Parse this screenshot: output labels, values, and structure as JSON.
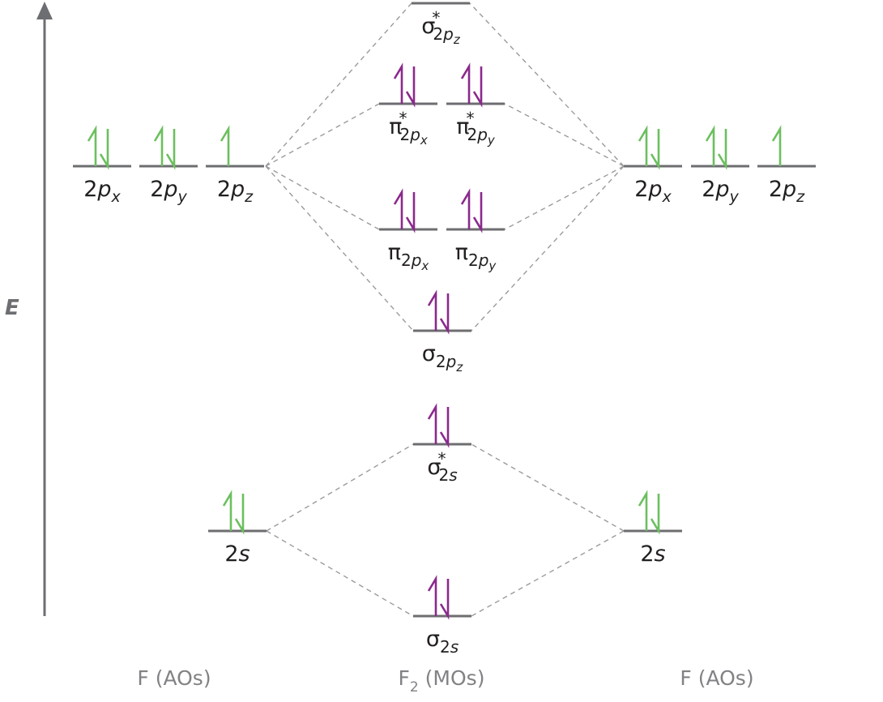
{
  "axis_label": "E",
  "colors": {
    "ao_electrons": "#6cbf5f",
    "mo_electrons": "#8a2a8c",
    "levels": "#6d6e71",
    "axis": "#6d6e71"
  },
  "columns": {
    "left": "F (AOs)",
    "middle_main": "F",
    "middle_sub": "2",
    "middle_rest": " (MOs)",
    "right": "F (AOs)"
  },
  "levels": [
    {
      "id": "left-2px",
      "main": "2",
      "it": "p",
      "sub": "x",
      "sup": "",
      "electrons": 2,
      "kind": "ao"
    },
    {
      "id": "left-2py",
      "main": "2",
      "it": "p",
      "sub": "y",
      "sup": "",
      "electrons": 2,
      "kind": "ao"
    },
    {
      "id": "left-2pz",
      "main": "2",
      "it": "p",
      "sub": "z",
      "sup": "",
      "electrons": 1,
      "kind": "ao"
    },
    {
      "id": "right-2px",
      "main": "2",
      "it": "p",
      "sub": "x",
      "sup": "",
      "electrons": 2,
      "kind": "ao"
    },
    {
      "id": "right-2py",
      "main": "2",
      "it": "p",
      "sub": "y",
      "sup": "",
      "electrons": 2,
      "kind": "ao"
    },
    {
      "id": "right-2pz",
      "main": "2",
      "it": "p",
      "sub": "z",
      "sup": "",
      "electrons": 1,
      "kind": "ao"
    },
    {
      "id": "left-2s",
      "main": "2",
      "it": "s",
      "sub": "",
      "sup": "",
      "electrons": 2,
      "kind": "ao"
    },
    {
      "id": "right-2s",
      "main": "2",
      "it": "s",
      "sub": "",
      "sup": "",
      "electrons": 2,
      "kind": "ao"
    },
    {
      "id": "sigma-star-2pz",
      "main": "σ",
      "sub1": "2",
      "it": "p",
      "sub": "z",
      "sup": "*",
      "electrons": 0,
      "kind": "mo"
    },
    {
      "id": "pi-star-2px",
      "main": "π",
      "sub1": "2",
      "it": "p",
      "sub": "x",
      "sup": "*",
      "electrons": 2,
      "kind": "mo"
    },
    {
      "id": "pi-star-2py",
      "main": "π",
      "sub1": "2",
      "it": "p",
      "sub": "y",
      "sup": "*",
      "electrons": 2,
      "kind": "mo"
    },
    {
      "id": "pi-2px",
      "main": "π",
      "sub1": "2",
      "it": "p",
      "sub": "x",
      "sup": "",
      "electrons": 2,
      "kind": "mo"
    },
    {
      "id": "pi-2py",
      "main": "π",
      "sub1": "2",
      "it": "p",
      "sub": "y",
      "sup": "",
      "electrons": 2,
      "kind": "mo"
    },
    {
      "id": "sigma-2pz",
      "main": "σ",
      "sub1": "2",
      "it": "p",
      "sub": "z",
      "sup": "",
      "electrons": 2,
      "kind": "mo"
    },
    {
      "id": "sigma-star-2s",
      "main": "σ",
      "sub1": "2",
      "it": "s",
      "sub": "",
      "sup": "*",
      "electrons": 2,
      "kind": "mo"
    },
    {
      "id": "sigma-2s",
      "main": "σ",
      "sub1": "2",
      "it": "s",
      "sub": "",
      "sup": "",
      "electrons": 2,
      "kind": "mo"
    }
  ]
}
